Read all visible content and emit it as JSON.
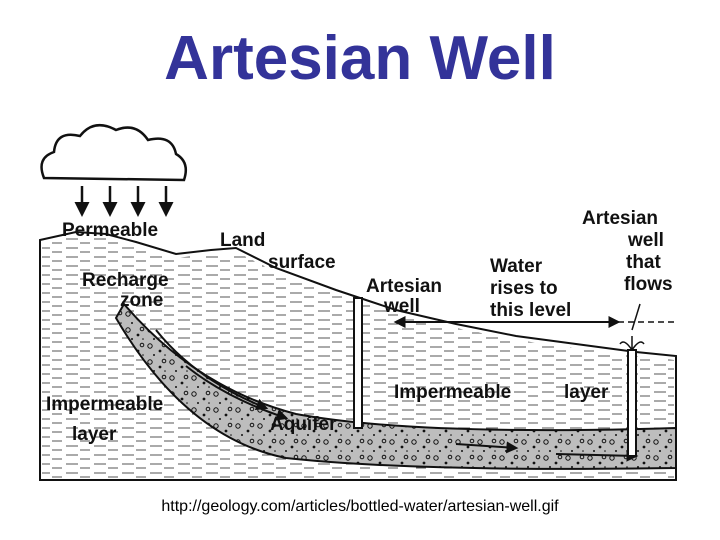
{
  "title": "Artesian Well",
  "source_caption": "http://geology.com/articles/bottled-water/artesian-well.gif",
  "colors": {
    "title": "#333399",
    "ink": "#111111",
    "aquifer_fill": "#bdbdbd"
  },
  "labels": {
    "permeable": "Permeable",
    "land": "Land",
    "surface": "surface",
    "recharge": "Recharge",
    "zone": "zone",
    "artesian_well_1": "Artesian",
    "artesian_well_2": "well",
    "water_1": "Water",
    "water_2": "rises to",
    "water_3": "this level",
    "flowing_1": "Artesian",
    "flowing_2": "well",
    "flowing_3": "that",
    "flowing_4": "flows",
    "impermeable_top": "Impermeable",
    "layer_top": "layer",
    "impermeable_bottom": "Impermeable",
    "layer_bottom": "layer",
    "aquifer": "Aquifer"
  },
  "icons": {
    "cloud": "cloud-icon",
    "rain": "rain-arrow-icon"
  }
}
